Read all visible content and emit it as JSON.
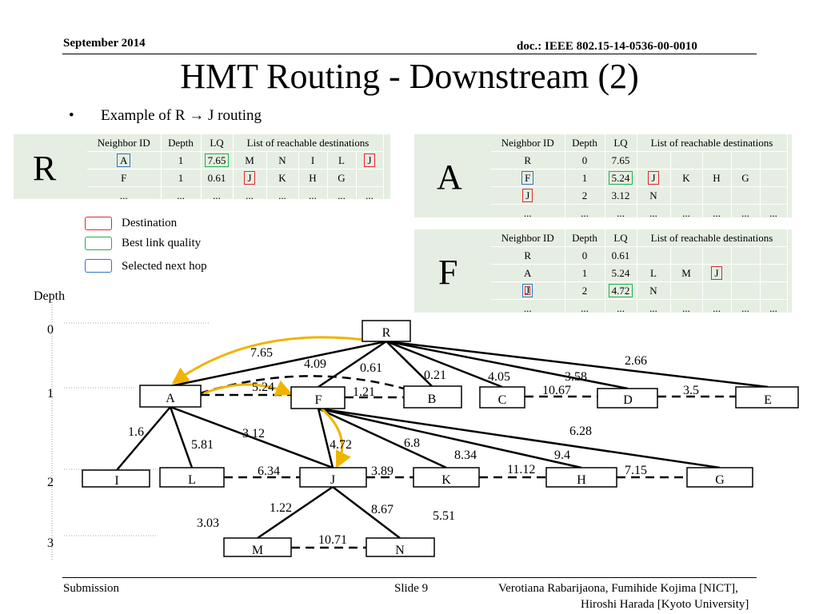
{
  "header": {
    "date": "September 2014",
    "doc": "doc.: IEEE 802.15-14-0536-00-0010"
  },
  "slide_title": "HMT Routing - Downstream (2)",
  "bullet": {
    "marker": "•",
    "text": "Example of R → J routing"
  },
  "table_headers": [
    "Neighbor ID",
    "Depth",
    "LQ",
    "List of reachable destinations"
  ],
  "tables": {
    "R": {
      "label": "R",
      "rows": [
        [
          "A",
          "1",
          "7.65",
          "M",
          "N",
          "I",
          "L",
          "J"
        ],
        [
          "F",
          "1",
          "0.61",
          "J",
          "K",
          "H",
          "G",
          ""
        ],
        [
          "...",
          "...",
          "...",
          "...",
          "...",
          "...",
          "...",
          "..."
        ]
      ]
    },
    "A": {
      "label": "A",
      "rows": [
        [
          "R",
          "0",
          "7.65",
          "",
          "",
          "",
          "",
          ""
        ],
        [
          "F",
          "1",
          "5.24",
          "J",
          "K",
          "H",
          "G",
          ""
        ],
        [
          "J",
          "2",
          "3.12",
          "N",
          "",
          "",
          "",
          ""
        ],
        [
          "...",
          "...",
          "...",
          "...",
          "...",
          "...",
          "...",
          "..."
        ]
      ]
    },
    "F": {
      "label": "F",
      "rows": [
        [
          "R",
          "0",
          "0.61",
          "",
          "",
          "",
          "",
          ""
        ],
        [
          "A",
          "1",
          "5.24",
          "L",
          "M",
          "J",
          "",
          ""
        ],
        [
          "J",
          "2",
          "4.72",
          "N",
          "",
          "",
          "",
          ""
        ],
        [
          "...",
          "...",
          "...",
          "...",
          "...",
          "...",
          "...",
          "..."
        ]
      ]
    }
  },
  "legend": {
    "destination": "Destination",
    "best_link_quality": "Best link quality",
    "selected_next_hop": "Selected next hop"
  },
  "colors": {
    "destination": "#e0282a",
    "best_link_quality": "#1fb14d",
    "selected_next_hop": "#2e75c0",
    "route_arrow": "#f0b400",
    "table_bg": "#e6eee3"
  },
  "diagram": {
    "depth_label": "Depth",
    "depth_levels": [
      "0",
      "1",
      "2",
      "3"
    ],
    "nodes": [
      "R",
      "A",
      "F",
      "B",
      "C",
      "D",
      "E",
      "I",
      "L",
      "J",
      "K",
      "H",
      "G",
      "M",
      "N"
    ],
    "link_labels": [
      "7.65",
      "4.09",
      "0.61",
      "0.21",
      "4.05",
      "3.58",
      "2.66",
      "5.24",
      "1.21",
      "10.67",
      "3.5",
      "1.6",
      "5.81",
      "3.12",
      "4.72",
      "6.8",
      "8.34",
      "9.4",
      "6.28",
      "6.34",
      "3.89",
      "11.12",
      "7.15",
      "1.22",
      "8.67",
      "3.03",
      "5.51",
      "10.71"
    ]
  },
  "footer": {
    "submission": "Submission",
    "slide": "Slide 9",
    "authors_line1": "Verotiana Rabarijaona, Fumihide Kojima [NICT],",
    "authors_line2": "Hiroshi Harada [Kyoto University]"
  }
}
